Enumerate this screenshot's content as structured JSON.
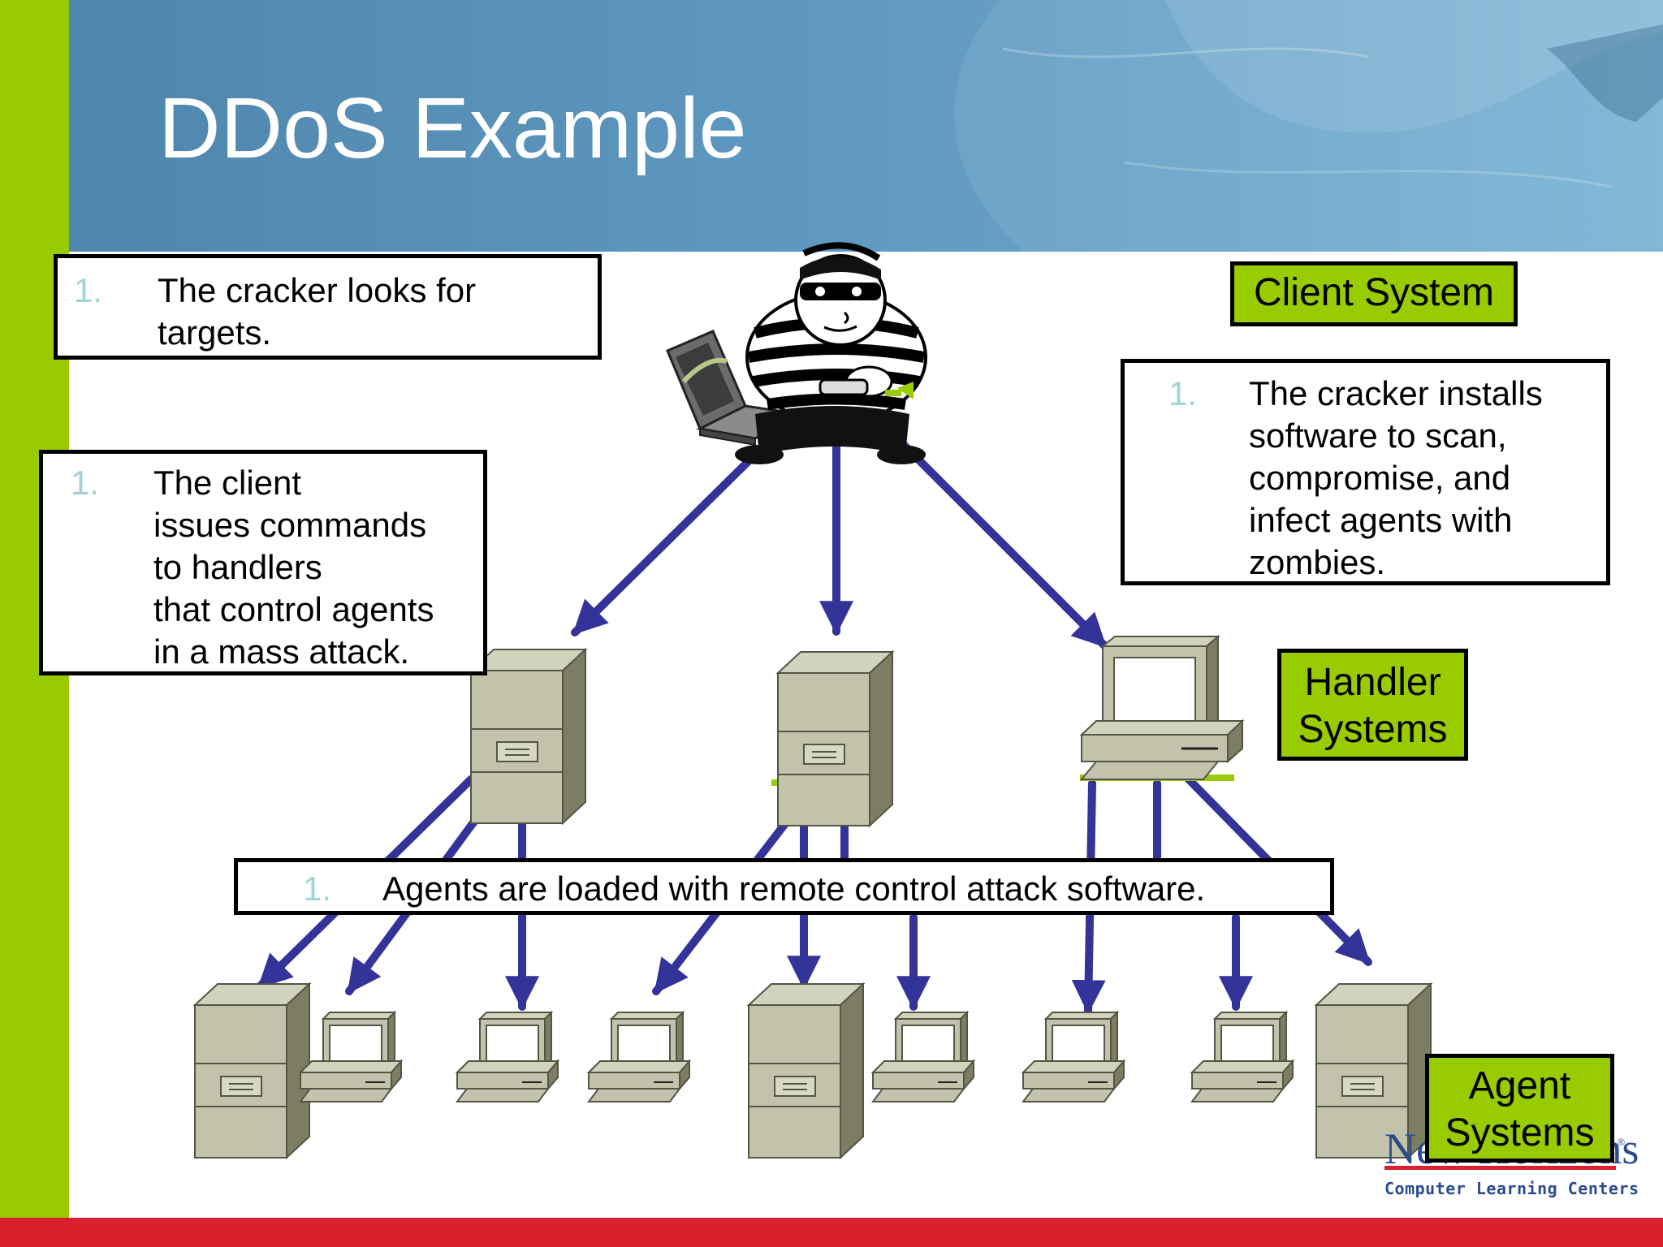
{
  "slide": {
    "title": "DDoS Example"
  },
  "boxes": {
    "box1": {
      "num": "1.",
      "lines": [
        "The cracker looks for",
        "targets."
      ]
    },
    "box2": {
      "num": "1.",
      "lines": [
        "The client",
        "issues commands",
        "to handlers",
        "that control agents",
        "in a mass attack."
      ]
    },
    "box3": {
      "num": "1.",
      "lines": [
        "The cracker installs",
        "software to scan,",
        "compromise, and",
        "infect agents with",
        "zombies."
      ]
    },
    "box4": {
      "num": "1.",
      "text": "Agents are loaded with remote control attack software."
    }
  },
  "labels": {
    "client": "Client System",
    "handler": [
      "Handler",
      "Systems"
    ],
    "agent": [
      "Agent",
      "Systems"
    ]
  },
  "logo": {
    "name": "New Horizons",
    "tagline": "Computer Learning Centers"
  },
  "colors": {
    "accent_green": "#99cc00",
    "arrow_blue": "#33339a",
    "brand_red": "#d9202c",
    "header_blue": "#5e97bf"
  }
}
